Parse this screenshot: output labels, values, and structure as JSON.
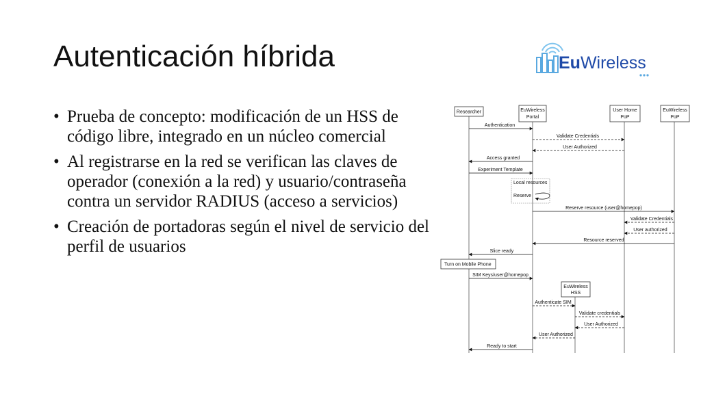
{
  "title": "Autenticación híbrida",
  "logo": {
    "prefix": "Eu",
    "suffix": "Wireless"
  },
  "bullets": [
    "Prueba de concepto: modificación de un HSS de código libre, integrado en un núcleo comercial",
    "Al registrarse en la red se verifican las claves de operador (conexión a la red) y usuario/contraseña contra un servidor RADIUS (acceso a servicios)",
    "Creación de portadoras según el nivel de servicio del perfil de usuarios"
  ],
  "diagram": {
    "participants": {
      "researcher": "Researcher",
      "portal": [
        "EuWireless",
        "Portal"
      ],
      "home_pop": [
        "User Home",
        "PoP"
      ],
      "eu_pop": [
        "EuWireless",
        "PoP"
      ],
      "hss": [
        "EuWireless",
        "HSS"
      ]
    },
    "messages": {
      "authentication": "Authentication",
      "validate_credentials": "Validate Credentials",
      "user_authorized": "User Authorized",
      "access_granted": "Access granted",
      "experiment_template": "Experiment Template",
      "local_resources": "Local resources",
      "reserve": "Reserve",
      "reserve_resource": "Reserve resource (user@homepop)",
      "validate_credentials_2": "Validate Credentials",
      "user_authorized_2": "User authorized",
      "resource_reserved": "Resource reserved",
      "slice_ready": "Slice ready",
      "turn_on_phone": "Turn on Mobile Phone",
      "sim_keys": "SIM Keys/user@homepop",
      "authenticate_sim": "Authenticate SIM",
      "validate_credentials_3": "Validate credentials",
      "user_authorized_3": "User Authorized",
      "user_authorized_4": "User Authorized",
      "ready_to_start": "Ready to start"
    }
  }
}
